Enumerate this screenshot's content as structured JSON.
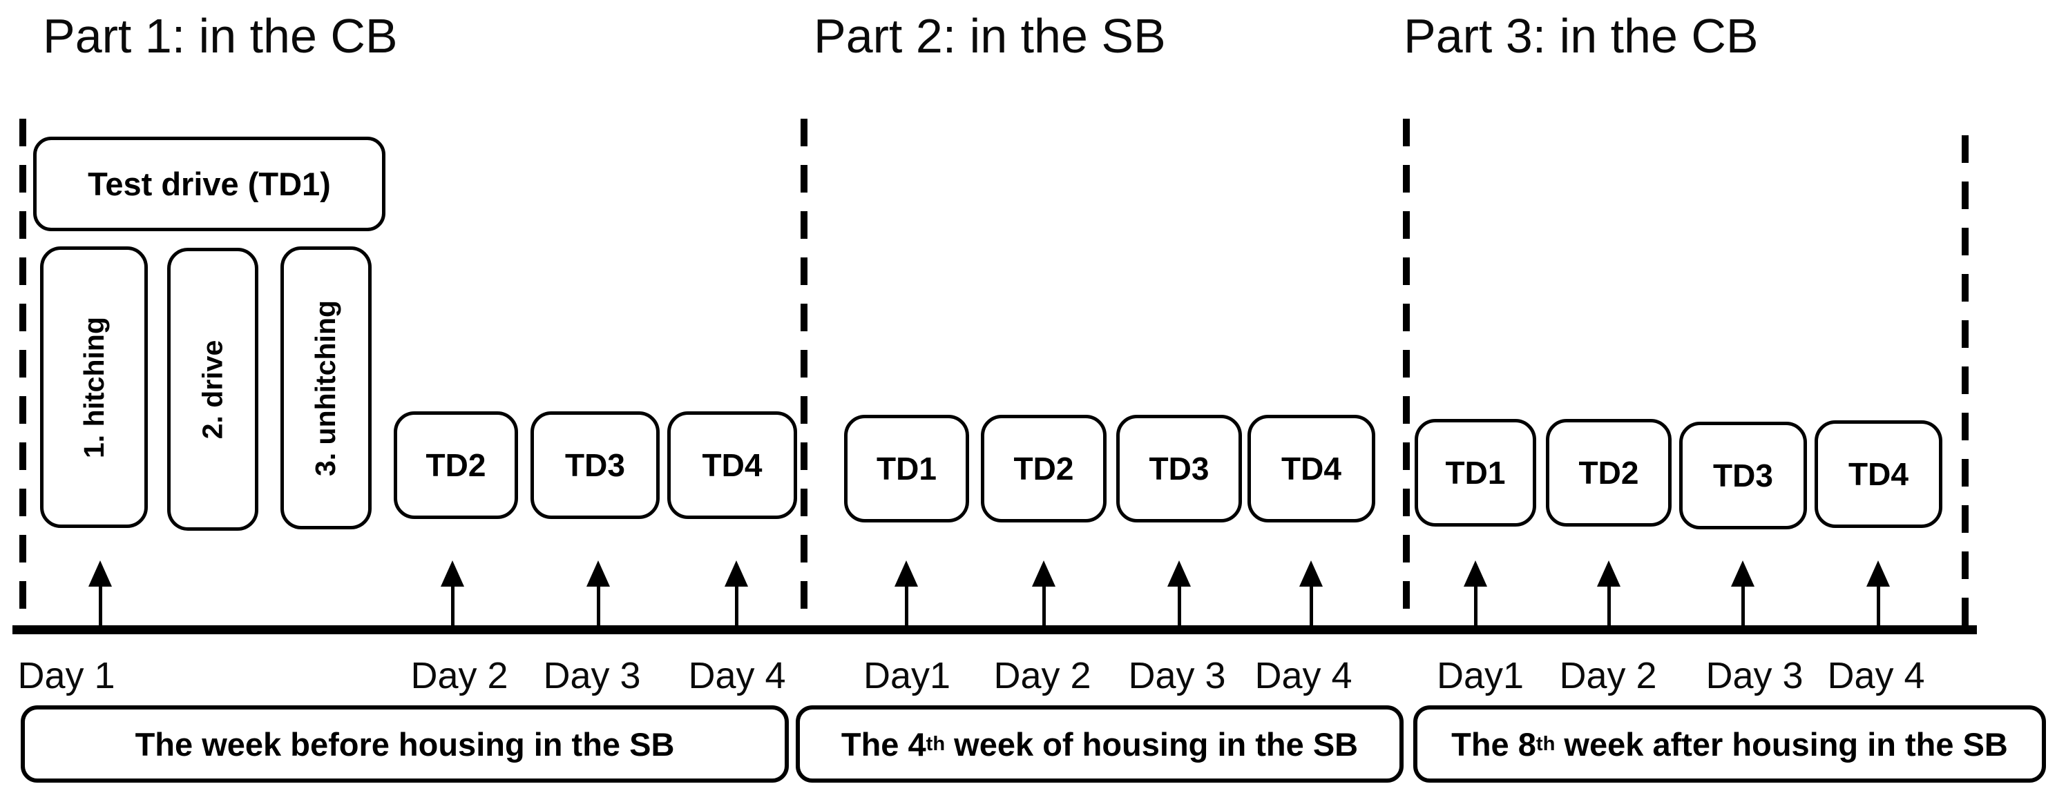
{
  "colors": {
    "ink": "#000000",
    "background": "#ffffff"
  },
  "titles": {
    "part1": "Part 1: in the CB",
    "part2": "Part 2: in the SB",
    "part3": "Part 3: in the CB"
  },
  "part1": {
    "test_drive_label": "Test drive (TD1)",
    "steps": [
      "1. hitching",
      "2. drive",
      "3. unhitching"
    ],
    "td_boxes": [
      "TD2",
      "TD3",
      "TD4"
    ],
    "days": [
      "Day 1",
      "Day 2",
      "Day 3",
      "Day 4"
    ]
  },
  "part2": {
    "td_boxes": [
      "TD1",
      "TD2",
      "TD3",
      "TD4"
    ],
    "days": [
      "Day1",
      "Day 2",
      "Day 3",
      "Day 4"
    ]
  },
  "part3": {
    "td_boxes": [
      "TD1",
      "TD2",
      "TD3",
      "TD4"
    ],
    "days": [
      "Day1",
      "Day 2",
      "Day 3",
      "Day 4"
    ]
  },
  "banners": [
    {
      "pre": "The week before housing in the SB",
      "sup": "",
      "post": ""
    },
    {
      "pre": "The 4",
      "sup": "th",
      "post": " week of housing in the SB"
    },
    {
      "pre": "The 8",
      "sup": "th",
      "post": " week after housing in the SB"
    }
  ]
}
